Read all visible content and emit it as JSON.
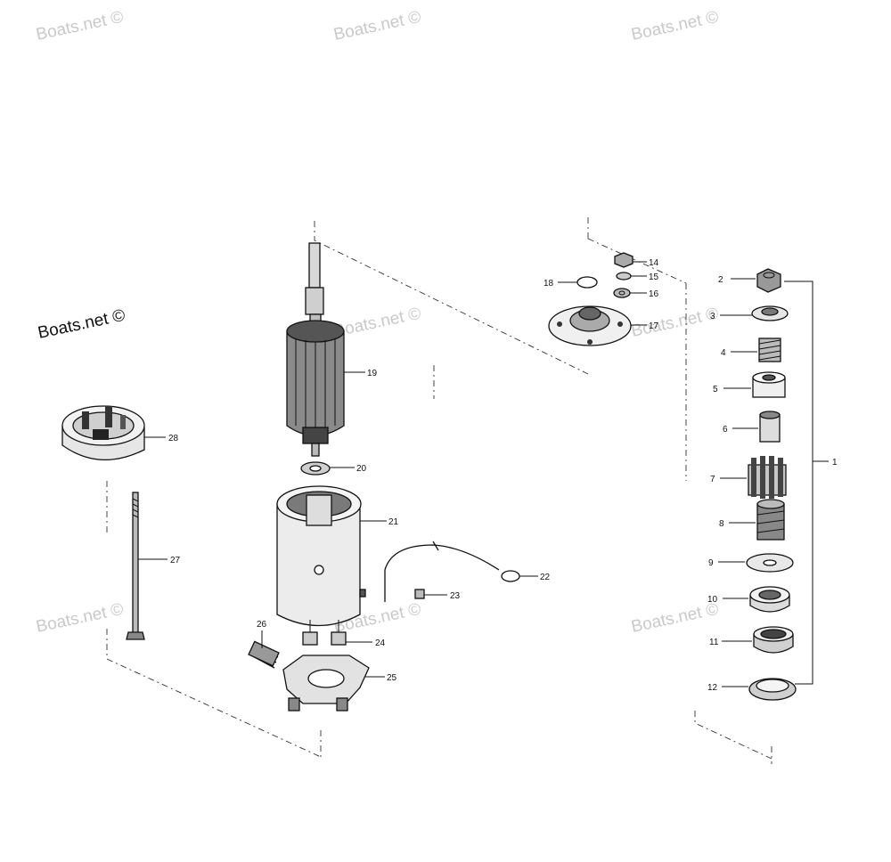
{
  "watermarks": {
    "faint": [
      "Boats.net ©",
      "Boats.net ©",
      "Boats.net ©",
      "Boats.net ©",
      "Boats.net ©",
      "Boats.net ©",
      "Boats.net ©",
      "Boats.net ©"
    ],
    "dark": "Boats.net ©"
  },
  "callouts": {
    "c1": "1",
    "c2": "2",
    "c3": "3",
    "c4": "4",
    "c5": "5",
    "c6": "6",
    "c7": "7",
    "c8": "8",
    "c9": "9",
    "c10": "10",
    "c11": "11",
    "c12": "12",
    "c14": "14",
    "c15": "15",
    "c16": "16",
    "c17": "17",
    "c18": "18",
    "c19": "19",
    "c20": "20",
    "c21": "21",
    "c22": "22",
    "c23": "23",
    "c24": "24",
    "c25": "25",
    "c26": "26",
    "c27": "27",
    "c28": "28"
  },
  "colors": {
    "ink": "#111111",
    "watermark": "#c9c9c9",
    "background": "#ffffff"
  }
}
